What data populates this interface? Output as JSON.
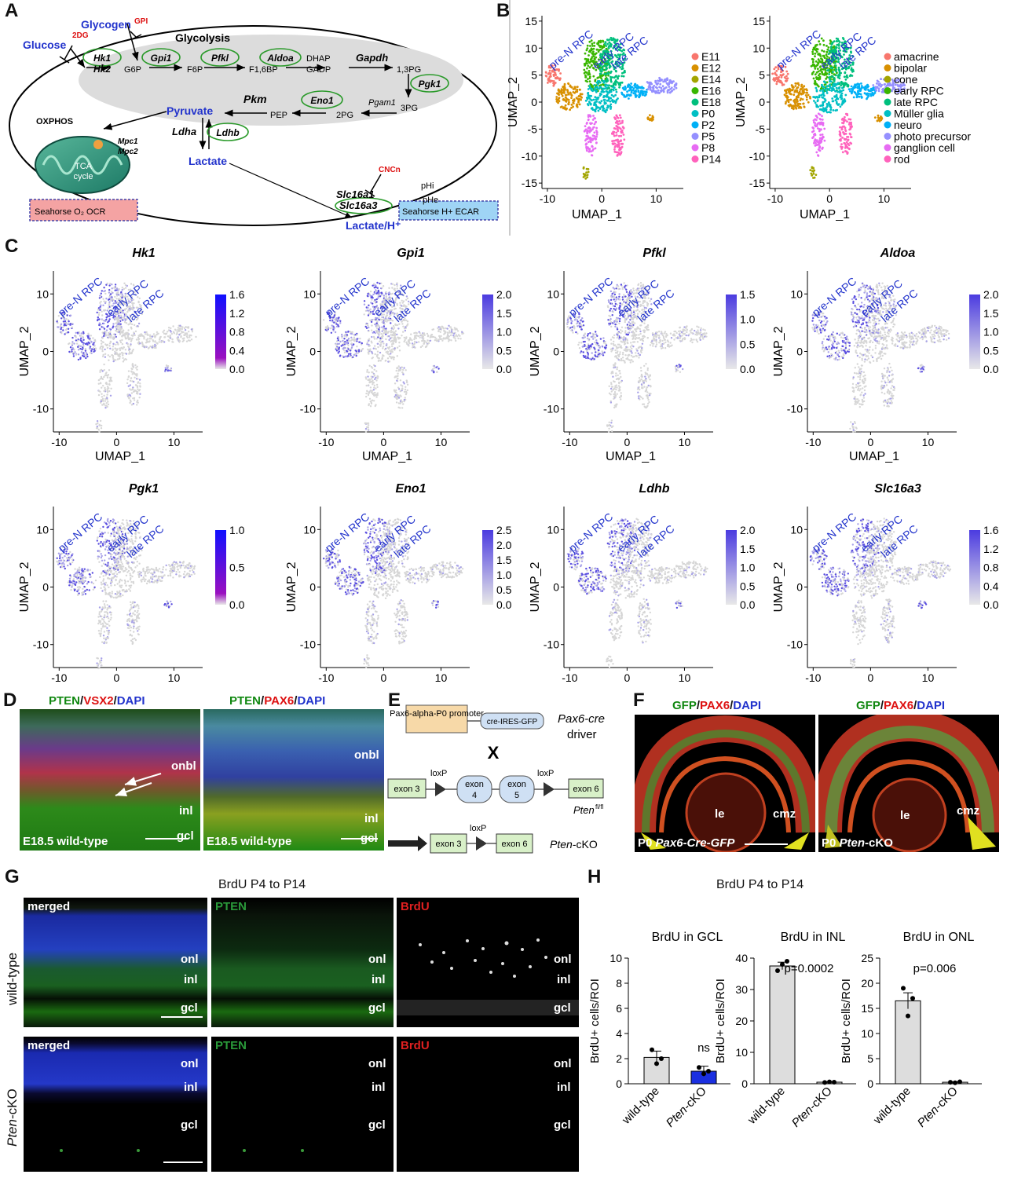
{
  "panels": {
    "A": "A",
    "B": "B",
    "C": "C",
    "D": "D",
    "E": "E",
    "F": "F",
    "G": "G",
    "H": "H"
  },
  "panelA": {
    "glycolysis": "Glycolysis",
    "glucose": "Glucose",
    "glycogen": "Glycogen",
    "inh_2dg": "2DG",
    "inh_gpi": "GPI",
    "hk1": "Hk1",
    "hk2": "Hk2",
    "g6p": "G6P",
    "gpi1": "Gpi1",
    "f6p": "F6P",
    "pfkl": "Pfkl",
    "f16bp": "F1,6BP",
    "aldoa": "Aldoa",
    "dhap": "DHAP",
    "gadp": "GADP",
    "gapdh": "Gapdh",
    "bpg13": "1,3PG",
    "pgk1": "Pgk1",
    "pg3": "3PG",
    "pgam1": "Pgam1",
    "pg2": "2PG",
    "eno1": "Eno1",
    "pep": "PEP",
    "pkm": "Pkm",
    "pyruvate": "Pyruvate",
    "ldha": "Ldha",
    "ldhb": "Ldhb",
    "lactate": "Lactate",
    "oxphos": "OXPHOS",
    "mpc1": "Mpc1",
    "mpc2": "Mpc2",
    "tca": "TCA",
    "cycle": "cycle",
    "cncn": "CNCn",
    "phi": "pHi",
    "phe": "pHe",
    "slc16a1": "Slc16a1",
    "slc16a3": "Slc16a3",
    "lactate_h": "Lactate/H⁺",
    "seahorse_o2": "Seahorse O₂ OCR",
    "seahorse_h": "Seahorse H+ ECAR"
  },
  "umap": {
    "xlabel": "UMAP_1",
    "ylabel": "UMAP_2",
    "rpc_labels": [
      "pre-N RPC",
      "early RPC",
      "late RPC"
    ],
    "b_xticks": [
      "-10",
      "0",
      "10"
    ],
    "b_yticks": [
      "15",
      "10",
      "5",
      "0",
      "-5",
      "-10",
      "-15"
    ],
    "c_xticks": [
      "-10",
      "0",
      "10"
    ],
    "c_yticks": [
      "10",
      "0",
      "-10"
    ]
  },
  "panelB": {
    "legend1": [
      {
        "label": "E11",
        "color": "#f8766d"
      },
      {
        "label": "E12",
        "color": "#d89000"
      },
      {
        "label": "E14",
        "color": "#a3a500"
      },
      {
        "label": "E16",
        "color": "#39b600"
      },
      {
        "label": "E18",
        "color": "#00bf7d"
      },
      {
        "label": "P0",
        "color": "#00bfc4"
      },
      {
        "label": "P2",
        "color": "#00b0f6"
      },
      {
        "label": "P5",
        "color": "#9590ff"
      },
      {
        "label": "P8",
        "color": "#e76bf3"
      },
      {
        "label": "P14",
        "color": "#ff62bc"
      }
    ],
    "legend2": [
      {
        "label": "amacrine",
        "color": "#f8766d"
      },
      {
        "label": "bipolar",
        "color": "#d89000"
      },
      {
        "label": "cone",
        "color": "#a3a500"
      },
      {
        "label": "early RPC",
        "color": "#39b600"
      },
      {
        "label": "late RPC",
        "color": "#00bf7d"
      },
      {
        "label": "Müller glia",
        "color": "#00bfc4"
      },
      {
        "label": "neuro",
        "color": "#00b0f6"
      },
      {
        "label": "photo precursor",
        "color": "#9590ff"
      },
      {
        "label": "ganglion cell",
        "color": "#e76bf3"
      },
      {
        "label": "rod",
        "color": "#ff62bc"
      }
    ]
  },
  "panelC": {
    "genes": [
      {
        "name": "Hk1",
        "ticks": [
          "1.6",
          "1.2",
          "0.8",
          "0.4",
          "0.0"
        ]
      },
      {
        "name": "Gpi1",
        "ticks": [
          "2.0",
          "1.5",
          "1.0",
          "0.5",
          "0.0"
        ]
      },
      {
        "name": "Pfkl",
        "ticks": [
          "1.5",
          "1.0",
          "0.5",
          "0.0"
        ]
      },
      {
        "name": "Aldoa",
        "ticks": [
          "2.0",
          "1.5",
          "1.0",
          "0.5",
          "0.0"
        ]
      },
      {
        "name": "Pgk1",
        "ticks": [
          "1.0",
          "0.5",
          "0.0"
        ]
      },
      {
        "name": "Eno1",
        "ticks": [
          "2.5",
          "2.0",
          "1.5",
          "1.0",
          "0.5",
          "0.0"
        ]
      },
      {
        "name": "Ldhb",
        "ticks": [
          "2.0",
          "1.5",
          "1.0",
          "0.5",
          "0.0"
        ]
      },
      {
        "name": "Slc16a3",
        "ticks": [
          "1.6",
          "1.2",
          "0.8",
          "0.4",
          "0.0"
        ]
      }
    ]
  },
  "panelD": {
    "t1_a": "PTEN",
    "t1_b": "/",
    "t1_c": "VSX2",
    "t1_d": "/",
    "t1_e": "DAPI",
    "t2_a": "PTEN",
    "t2_b": "/",
    "t2_c": "PAX6",
    "t2_d": "/",
    "t2_e": "DAPI",
    "onbl": "onbl",
    "inl": "inl",
    "gcl": "gcl",
    "caption": "E18.5 wild-type"
  },
  "panelE": {
    "promoter": "Pax6-alpha-P0 promoter",
    "cassette": "cre-IRES-GFP",
    "driver_a": "Pax6-cre",
    "driver_b": "driver",
    "cross": "X",
    "loxp": "loxP",
    "exon3": "exon 3",
    "exon4a": "exon",
    "exon4b": "4",
    "exon5a": "exon",
    "exon5b": "5",
    "exon6": "exon 6",
    "pten_fl": "Pten",
    "fl_sup": "fl/fl",
    "cko": "Pten",
    "cko_suffix": "-cKO"
  },
  "panelF": {
    "t_a": "GFP",
    "t_b": "/",
    "t_c": "PAX6",
    "t_d": "/",
    "t_e": "DAPI",
    "le": "le",
    "cmz": "cmz",
    "cap1_a": "P0",
    "cap1_b": "Pax6-Cre-GFP",
    "cap2_a": "P0",
    "cap2_b": "Pten",
    "cap2_c": "-cKO"
  },
  "panelG": {
    "title": "BrdU P4 to P14",
    "merged": "merged",
    "pten": "PTEN",
    "brdu": "BrdU",
    "onl": "onl",
    "inl": "inl",
    "gcl": "gcl",
    "row1": "wild-type",
    "row2_a": "Pten",
    "row2_b": "-cKO"
  },
  "chart_data": [
    {
      "type": "bar",
      "title": "BrdU in GCL",
      "ylabel": "BrdU+ cells/ROI",
      "categories": [
        "wild-type",
        "Pten-cKO"
      ],
      "values": [
        2.1,
        1.0
      ],
      "errors": [
        0.5,
        0.4
      ],
      "ylim": [
        0,
        10
      ],
      "yticks": [
        0,
        2,
        4,
        6,
        8,
        10
      ],
      "points": [
        [
          2.7,
          1.6,
          2.0
        ],
        [
          1.3,
          0.8,
          1.0
        ]
      ],
      "annotation": "ns",
      "colors": [
        "#dddddd",
        "#1a2fe0"
      ]
    },
    {
      "type": "bar",
      "title": "BrdU in INL",
      "ylabel": "BrdU+ cells/ROI",
      "categories": [
        "wild-type",
        "Pten-cKO"
      ],
      "values": [
        37.5,
        0.5
      ],
      "errors": [
        1.2,
        0.2
      ],
      "ylim": [
        0,
        40
      ],
      "yticks": [
        0,
        10,
        20,
        30,
        40
      ],
      "points": [
        [
          36,
          38,
          39
        ],
        [
          0.4,
          0.6,
          0.5
        ]
      ],
      "annotation": "p=0.0002",
      "colors": [
        "#dddddd",
        "#dddddd"
      ]
    },
    {
      "type": "bar",
      "title": "BrdU in ONL",
      "ylabel": "BrdU+ cells/ROI",
      "categories": [
        "wild-type",
        "Pten-cKO"
      ],
      "values": [
        16.5,
        0.3
      ],
      "errors": [
        1.6,
        0.1
      ],
      "ylim": [
        0,
        25
      ],
      "yticks": [
        0,
        5,
        10,
        15,
        20,
        25
      ],
      "points": [
        [
          19,
          13.5,
          17
        ],
        [
          0.3,
          0.2,
          0.4
        ]
      ],
      "annotation": "p=0.006",
      "colors": [
        "#dddddd",
        "#dddddd"
      ]
    }
  ],
  "panelH": {
    "title": "BrdU P4 to P14",
    "cat1": "wild-type",
    "cat2_a": "Pten",
    "cat2_b": "-cKO"
  }
}
